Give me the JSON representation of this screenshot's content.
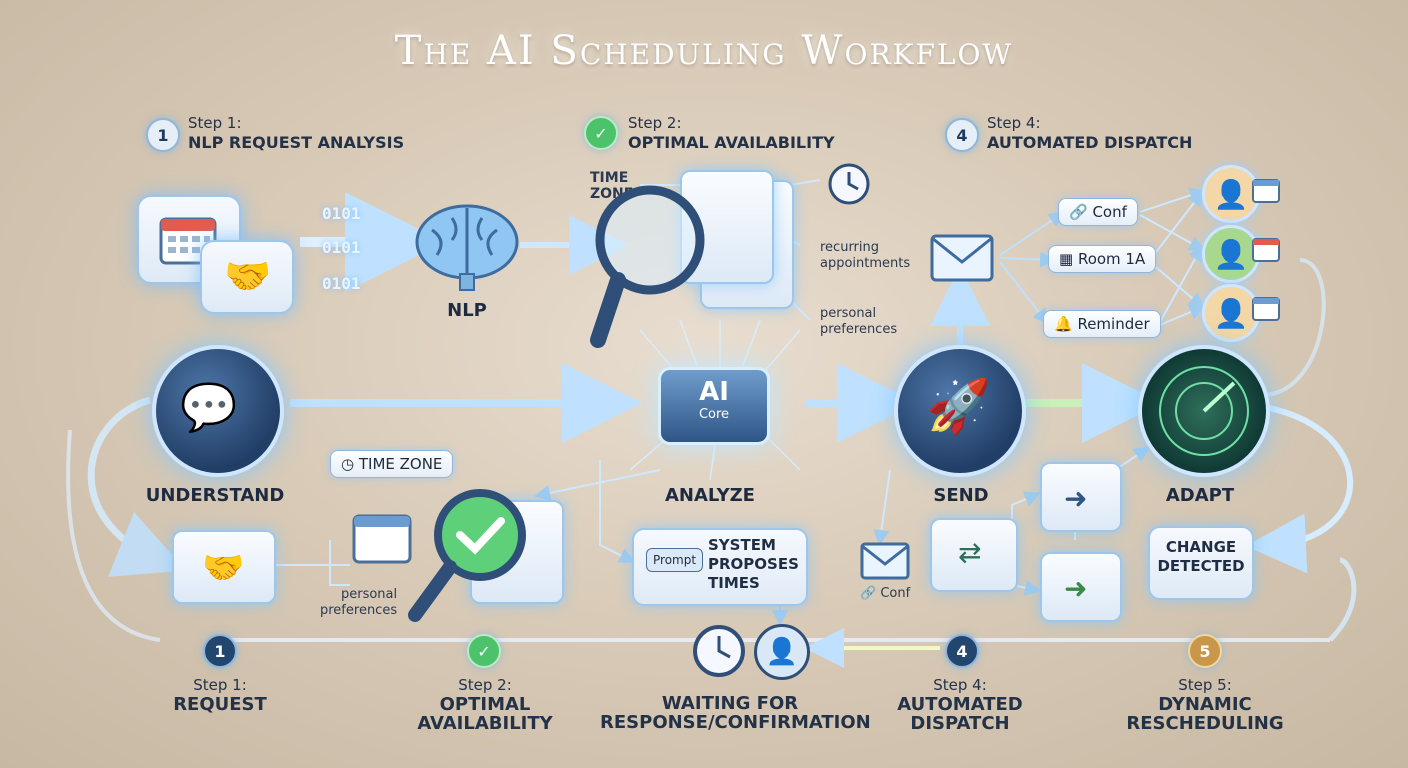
{
  "title": "The AI Scheduling Workflow",
  "top_steps": [
    {
      "num": "1",
      "line1": "Step 1:",
      "line2": "NLP REQUEST ANALYSIS"
    },
    {
      "num": "",
      "line1": "Step 2:",
      "line2": "OPTIMAL AVAILABILITY"
    },
    {
      "num": "4",
      "line1": "Step 4:",
      "line2": "AUTOMATED DISPATCH"
    }
  ],
  "binary": [
    "0101",
    "0101",
    "0101"
  ],
  "nlp_label": "NLP",
  "availability_top": {
    "time_zone": "TIME\nZONE",
    "recurring": "recurring\nappointments",
    "preferences": "personal\npreferences"
  },
  "dispatch_tags": [
    "Conf",
    "Room 1A",
    "Reminder"
  ],
  "nodes": {
    "understand": "UNDERSTAND",
    "analyze": "ANALYZE",
    "send": "SEND",
    "adapt": "ADAPT"
  },
  "ai_core": {
    "line1": "AI",
    "line2": "Core"
  },
  "lower": {
    "time_zone_tag": "TIME ZONE",
    "preferences": "personal\npreferences",
    "prompt_label": "Prompt",
    "proposal_text": "SYSTEM\nPROPOSES\nTIMES",
    "conf_label": "Conf",
    "change_text": "CHANGE\nDETECTED"
  },
  "bottom_steps": [
    {
      "num": "1",
      "line1": "Step 1:",
      "line2": "REQUEST"
    },
    {
      "num": "",
      "line1": "Step 2:",
      "line2": "OPTIMAL\nAVAILABILITY"
    },
    {
      "num": "",
      "line1": "",
      "line2": "WAITING FOR\nRESPONSE/CONFIRMATION"
    },
    {
      "num": "4",
      "line1": "Step 4:",
      "line2": "AUTOMATED\nDISPATCH"
    },
    {
      "num": "5",
      "line1": "Step 5:",
      "line2": "DYNAMIC\nRESCHEDULING"
    }
  ],
  "colors": {
    "accent_blue": "#8fc6f2",
    "check_green": "#4cc26a",
    "step5_gold": "#d9a64a",
    "node_navy": "#213e66"
  }
}
